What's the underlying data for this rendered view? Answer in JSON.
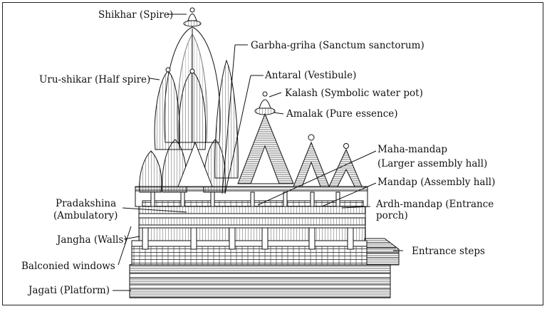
{
  "diagram": {
    "labels": {
      "shikhar": "Shikhar (Spire)",
      "garbha": "Garbha-griha (Sanctum sanctorum)",
      "uru": "Uru-shikar (Half spire)",
      "antaral": "Antaral (Vestibule)",
      "kalash": "Kalash (Symbolic water pot)",
      "amalak": "Amalak (Pure essence)",
      "maha1": "Maha-mandap",
      "maha2": "(Larger assembly hall)",
      "mandap": "Mandap (Assembly hall)",
      "prad1": "Pradakshina",
      "prad2": "(Ambulatory)",
      "ardh1": "Ardh-mandap (Entrance",
      "ardh2": "porch)",
      "jangha": "Jangha (Walls)",
      "steps": "Entrance steps",
      "balc": "Balconied windows",
      "jagati": "Jagati (Platform)"
    }
  }
}
